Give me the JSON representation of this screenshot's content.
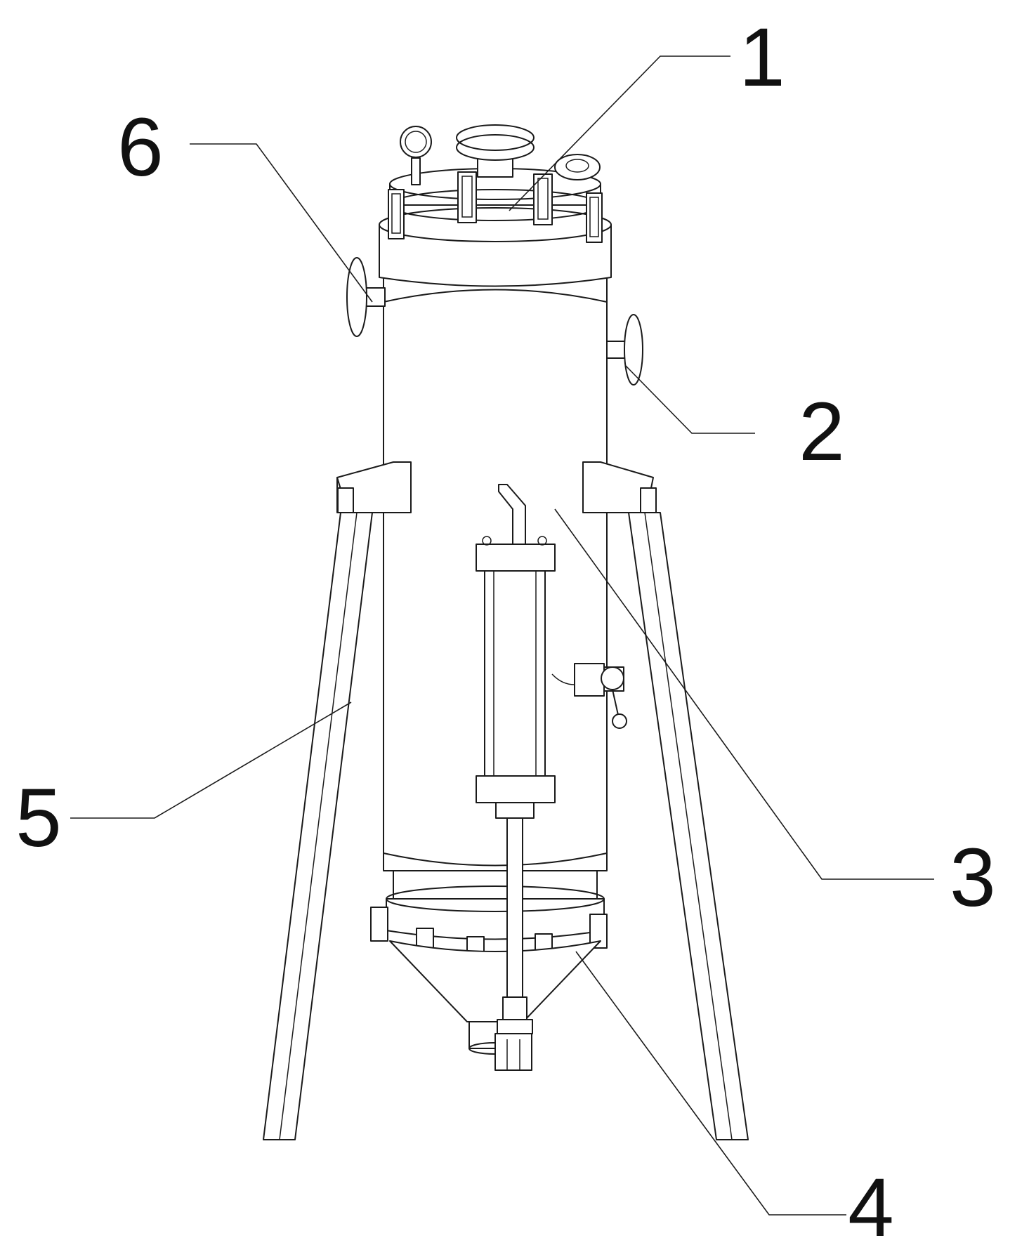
{
  "callouts": [
    {
      "id": "1",
      "text": "1"
    },
    {
      "id": "2",
      "text": "2"
    },
    {
      "id": "3",
      "text": "3"
    },
    {
      "id": "4",
      "text": "4"
    },
    {
      "id": "5",
      "text": "5"
    },
    {
      "id": "6",
      "text": "6"
    }
  ],
  "colors": {
    "line": "#1a1a1a",
    "background": "#ffffff"
  }
}
